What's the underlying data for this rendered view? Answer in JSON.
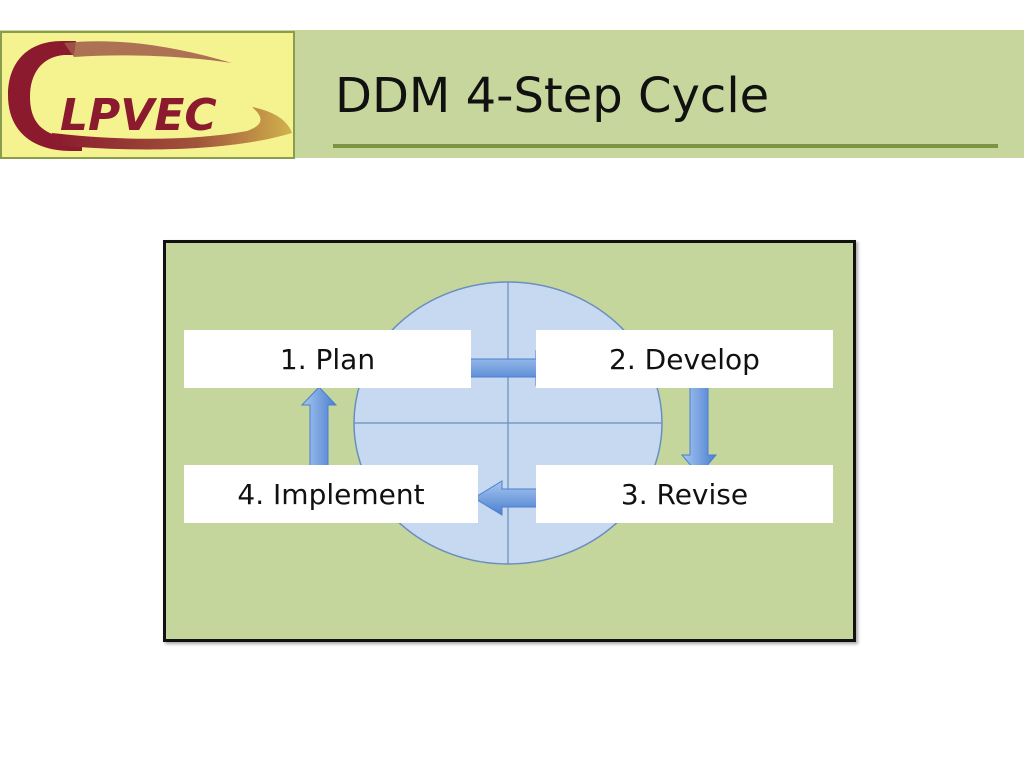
{
  "logo": {
    "text": "LPVEC",
    "colors": {
      "background": "#f5f290",
      "maroon": "#8b1a2e",
      "gold": "#c9a640"
    }
  },
  "slide": {
    "title": "DDM 4-Step Cycle"
  },
  "cycle": {
    "steps": [
      {
        "label": "1. Plan"
      },
      {
        "label": "2. Develop"
      },
      {
        "label": "3. Revise"
      },
      {
        "label": "4. Implement"
      }
    ],
    "arrows": [
      {
        "from": "1. Plan",
        "to": "2. Develop",
        "icon": "arrow-right-icon"
      },
      {
        "from": "2. Develop",
        "to": "3. Revise",
        "icon": "arrow-down-icon"
      },
      {
        "from": "3. Revise",
        "to": "4. Implement",
        "icon": "arrow-left-icon"
      },
      {
        "from": "4. Implement",
        "to": "1. Plan",
        "icon": "arrow-up-icon"
      }
    ],
    "colors": {
      "panel": "#c5d69c",
      "circle": "#c6d9f0",
      "circle_stroke": "#6a8fbe",
      "arrow": "#5a8fd8"
    }
  }
}
